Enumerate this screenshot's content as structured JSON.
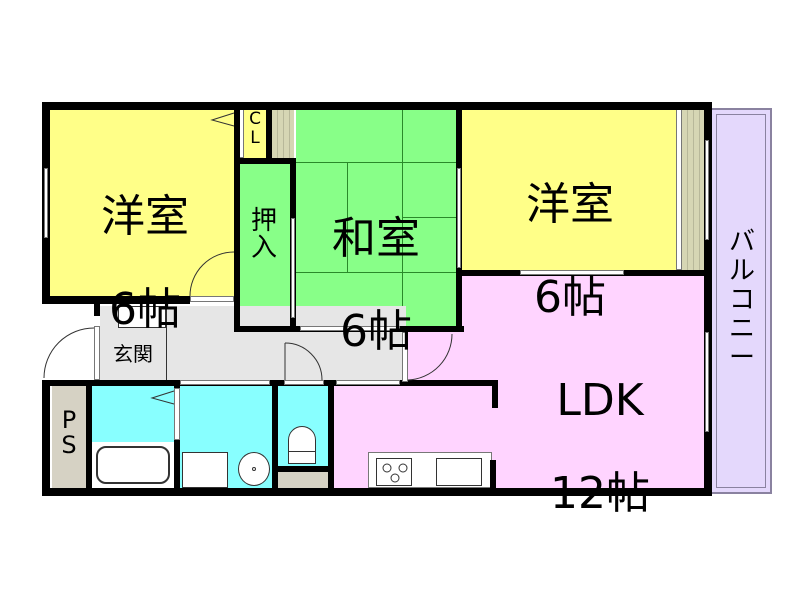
{
  "floorplan": {
    "colors": {
      "western_room": "#ffff88",
      "japanese_room": "#88ff88",
      "ldk": "#ffd4ff",
      "wet_area": "#88ffff",
      "hall": "#e6e6e6",
      "balcony": "#e4d8fc",
      "ps": "#d6d2c4",
      "closet": "#d6d6b4",
      "wall": "#000000"
    },
    "rooms": {
      "western_room_left": {
        "name": "洋室",
        "size": "6帖"
      },
      "closet": {
        "name": "C\nL"
      },
      "oshiire": {
        "name": "押\n入"
      },
      "japanese_room": {
        "name": "和室",
        "size": "6帖"
      },
      "western_room_right": {
        "name": "洋室",
        "size": "6帖"
      },
      "entrance": {
        "name": "玄関"
      },
      "ps": {
        "name": "P\nS"
      },
      "ldk": {
        "name": "LDK",
        "size": "12帖"
      },
      "balcony": {
        "name": "バ\nル\nコ\nニ\nー"
      }
    }
  }
}
